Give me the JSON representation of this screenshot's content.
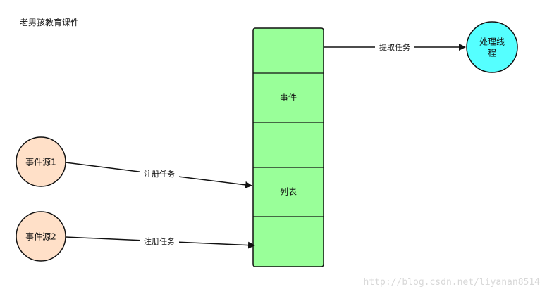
{
  "title": "老男孩教育课件",
  "queue": {
    "fill_color": "#99ff99",
    "cell_labels": [
      "",
      "事件",
      "",
      "列表",
      ""
    ]
  },
  "sources": [
    {
      "label": "事件源1",
      "fill_color": "#ffe0c8"
    },
    {
      "label": "事件源2",
      "fill_color": "#ffe0c8"
    }
  ],
  "worker": {
    "label_line1": "处理线",
    "label_line2": "程",
    "fill_color": "#55ffff"
  },
  "edges": {
    "register_label": "注册任务",
    "fetch_label": "提取任务"
  },
  "watermark": "http://blog.csdn.net/liyanan8514"
}
